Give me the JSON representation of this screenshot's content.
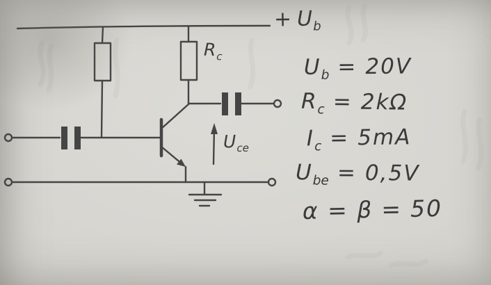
{
  "page": {
    "kind": "hand-drawn transistor amplifier circuit sketch",
    "paper_color": "#d5d4cf",
    "pencil_color": "#454545"
  },
  "circuit": {
    "supply": {
      "prefix": "+",
      "sym": "U",
      "sub": "b"
    },
    "collector_resistor": {
      "sym": "R",
      "sub": "c"
    },
    "voltage_arrow": {
      "sym": "U",
      "sub": "ce"
    },
    "components": [
      "supply-rail",
      "bias-resistor",
      "collector-resistor-rc",
      "npn-transistor",
      "input-coupling-capacitor",
      "output-coupling-capacitor",
      "input-terminal",
      "output-terminal",
      "bottom-rail-terminals",
      "ground-symbol",
      "uce-arrow"
    ]
  },
  "parameters": [
    {
      "sym": "U",
      "sub": "b",
      "eq": "=",
      "val": "20V"
    },
    {
      "sym": "R",
      "sub": "c",
      "eq": "=",
      "val": "2kΩ"
    },
    {
      "sym": "I",
      "sub": "c",
      "eq": "=",
      "val": "5mA"
    },
    {
      "sym": "U",
      "sub": "be",
      "eq": "=",
      "val": "0,5V"
    },
    {
      "sym": "α = β",
      "sub": "",
      "eq": "=",
      "val": "50"
    }
  ]
}
